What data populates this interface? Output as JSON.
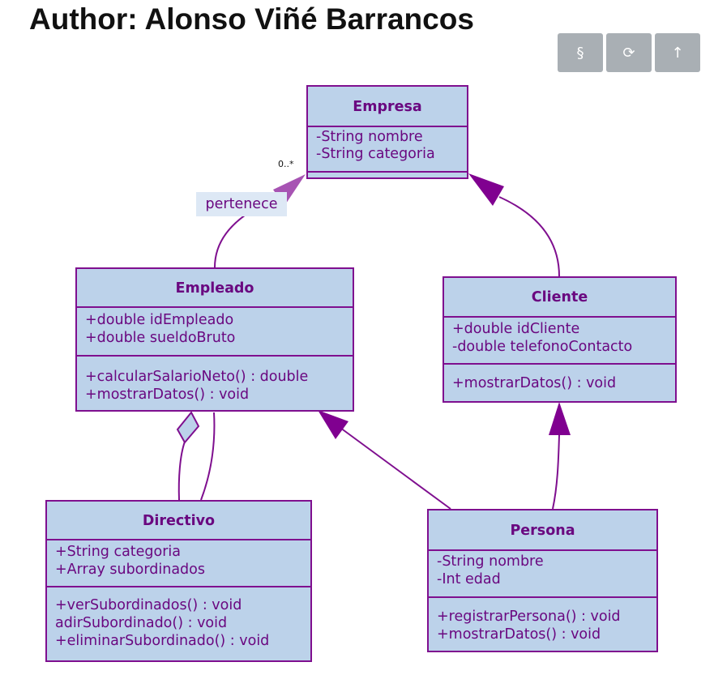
{
  "title": "Author: Alonso Viñé Barrancos",
  "toolbar": {
    "buttons": [
      {
        "name": "section-icon",
        "glyph": "§"
      },
      {
        "name": "refresh-icon",
        "glyph": "⟳"
      },
      {
        "name": "upload-icon",
        "glyph": "↑"
      }
    ]
  },
  "colors": {
    "class_fill": "#bcd2ea",
    "class_border": "#7f0f8f",
    "text": "#6a0880",
    "toolbar_button": "#a9afb4"
  },
  "classes": {
    "empresa": {
      "name": "Empresa",
      "attributes": [
        "-String nombre",
        "-String categoria"
      ],
      "methods": []
    },
    "empleado": {
      "name": "Empleado",
      "attributes": [
        "+double idEmpleado",
        "+double sueldoBruto"
      ],
      "methods": [
        "+calcularSalarioNeto() : double",
        "+mostrarDatos() : void"
      ]
    },
    "cliente": {
      "name": "Cliente",
      "attributes": [
        "+double idCliente",
        "-double telefonoContacto"
      ],
      "methods": [
        "+mostrarDatos() : void"
      ]
    },
    "directivo": {
      "name": "Directivo",
      "attributes": [
        "+String categoria",
        "+Array subordinados"
      ],
      "methods": [
        "+verSubordinados() : void",
        "adirSubordinado() : void",
        "+eliminarSubordinado() : void"
      ]
    },
    "persona": {
      "name": "Persona",
      "attributes": [
        "-String nombre",
        "-Int edad"
      ],
      "methods": [
        "+registrarPersona() : void",
        "+mostrarDatos() : void"
      ]
    }
  },
  "relations": {
    "pertenece_label": "pertenece",
    "pertenece_multiplicity": "0..*"
  }
}
